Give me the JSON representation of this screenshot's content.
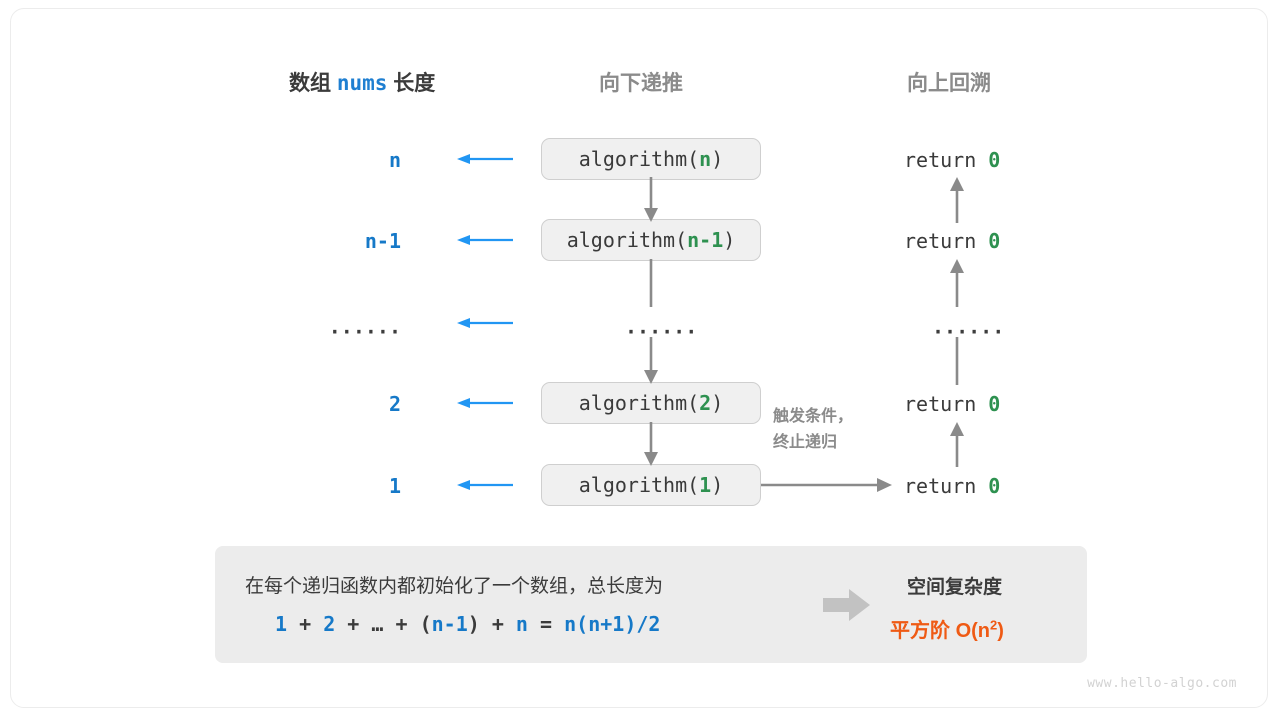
{
  "headers": {
    "left_prefix": "数组",
    "left_mono": "nums",
    "left_suffix": "长度",
    "middle": "向下递推",
    "right": "向上回溯"
  },
  "rows": [
    {
      "length": "n",
      "call_prefix": "algorithm(",
      "call_arg": "n",
      "call_suffix": ")",
      "ret_text": "return",
      "ret_value": "0"
    },
    {
      "length": "n-1",
      "call_prefix": "algorithm(",
      "call_arg": "n-1",
      "call_suffix": ")",
      "ret_text": "return",
      "ret_value": "0"
    },
    {
      "length": "······",
      "call_prefix": "······",
      "call_arg": "",
      "call_suffix": "",
      "ret_text": "······",
      "ret_value": ""
    },
    {
      "length": "2",
      "call_prefix": "algorithm(",
      "call_arg": "2",
      "call_suffix": ")",
      "ret_text": "return",
      "ret_value": "0"
    },
    {
      "length": "1",
      "call_prefix": "algorithm(",
      "call_arg": "1",
      "call_suffix": ")",
      "ret_text": "return",
      "ret_value": "0"
    }
  ],
  "side_note": {
    "line1": "触发条件，",
    "line2": "终止递归"
  },
  "summary": {
    "description": "在每个递归函数内都初始化了一个数组，总长度为",
    "formula": {
      "t1": "1",
      "op1": "+",
      "t2": "2",
      "op2": "+",
      "t3": "…",
      "op3": "+",
      "lparen": "(",
      "t4": "n-1",
      "rparen": ")",
      "op4": "+",
      "t5": "n",
      "eq": "=",
      "result": "n(n+1)/2"
    },
    "title": "空间复杂度",
    "complexity_label": "平方阶",
    "complexity_base": "O(n",
    "complexity_exp": "2",
    "complexity_tail": ")"
  },
  "watermark": "www.hello-algo.com",
  "colors": {
    "blue": "#1679c8",
    "green": "#2e9150",
    "gray_arrow": "#8a8a8a",
    "orange": "#ef5a14",
    "box_fill": "#f0f0f0",
    "panel_fill": "#ececec"
  }
}
